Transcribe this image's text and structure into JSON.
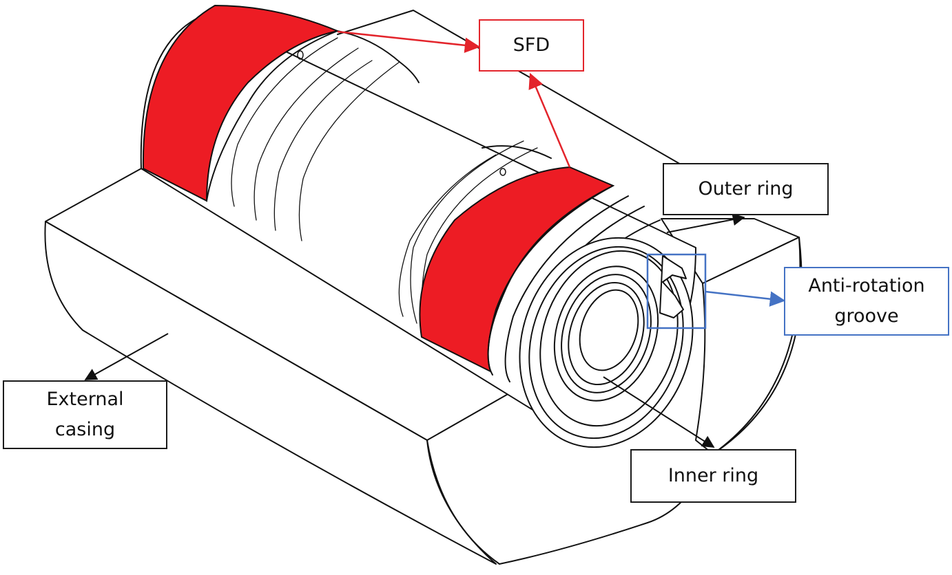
{
  "labels": {
    "sfd": "SFD",
    "outer_ring": "Outer ring",
    "anti_rotation_groove_line1": "Anti-rotation",
    "anti_rotation_groove_line2": "groove",
    "external_casing_line1": "External",
    "external_casing_line2": "casing",
    "inner_ring": "Inner ring"
  },
  "colors": {
    "sfd_fill": "#ed1c24",
    "sfd_leader": "#e3242b",
    "groove_leader": "#4472c4",
    "line": "#111111"
  }
}
